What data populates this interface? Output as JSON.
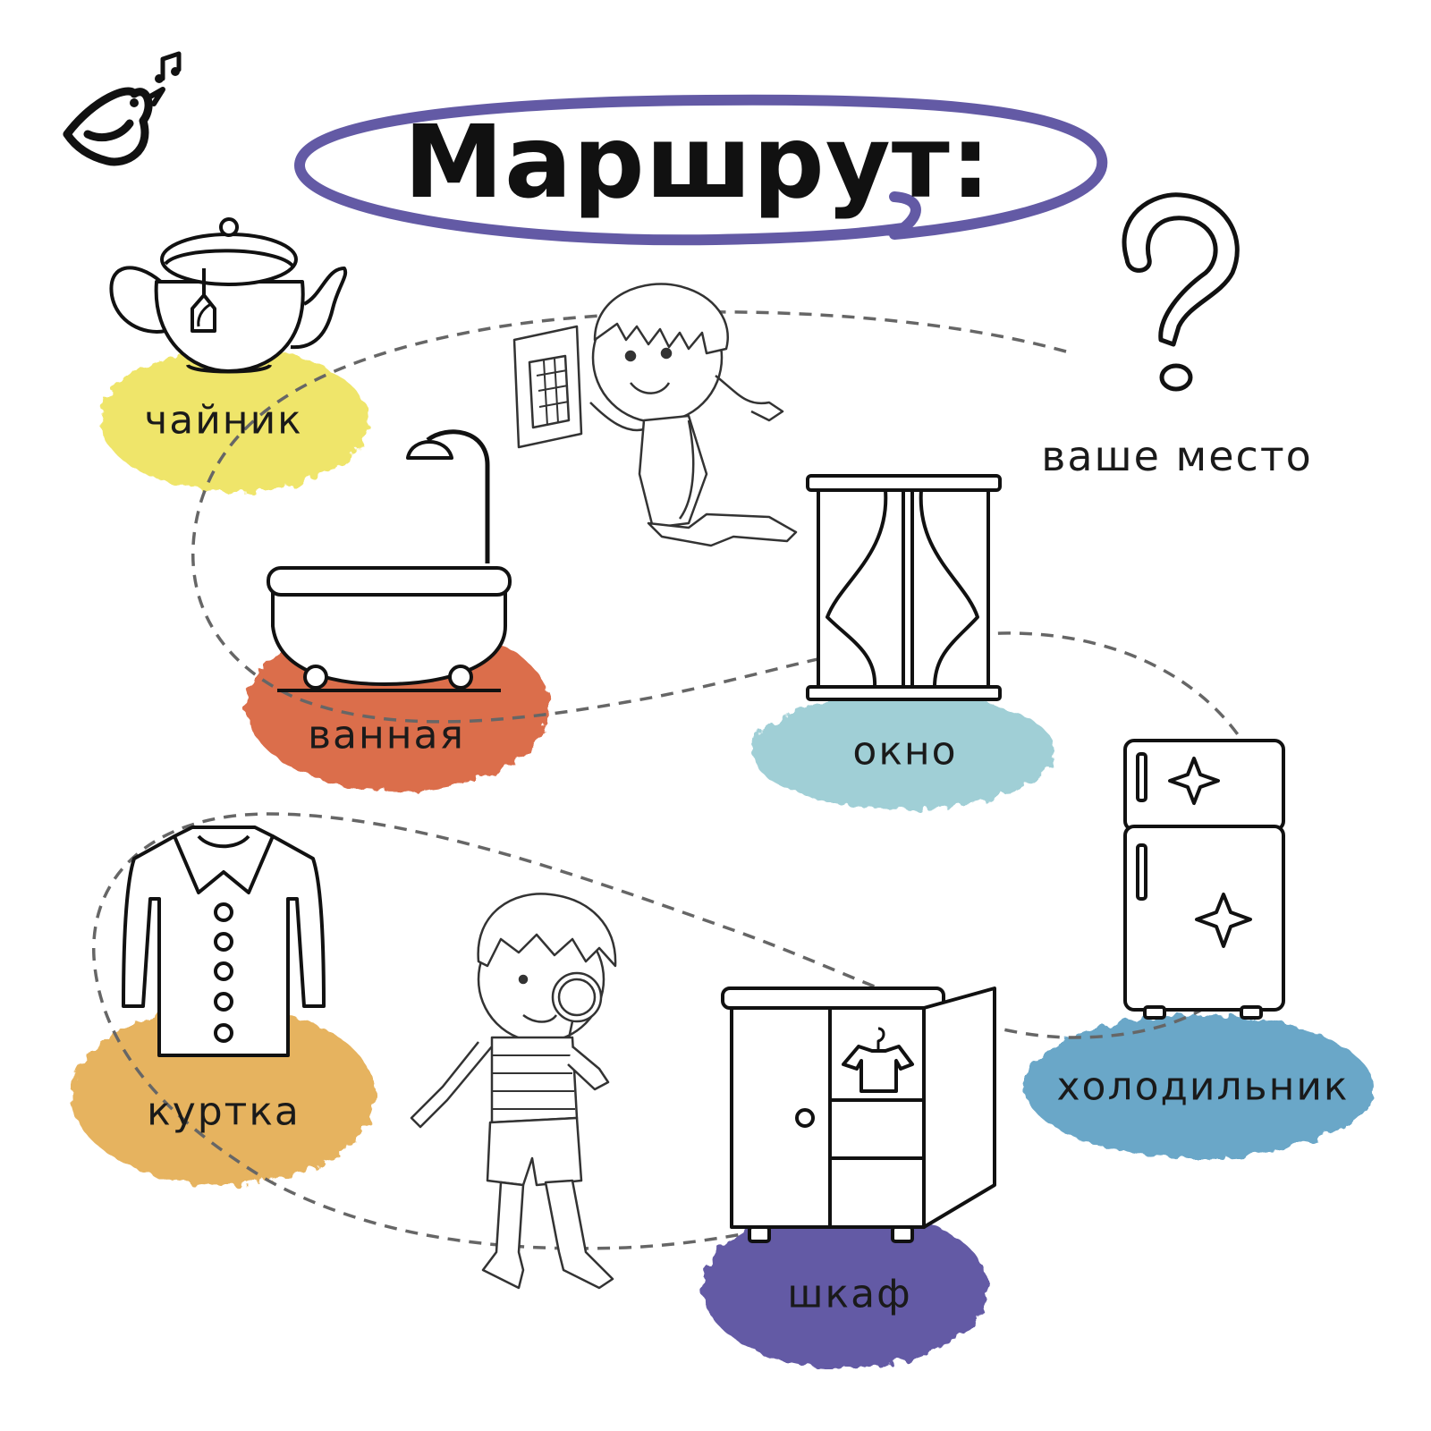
{
  "title": "Маршрут:",
  "colors": {
    "accent_purple": "#635AA5",
    "yellow": "#EFE56A",
    "orange": "#DB6E4C",
    "light_blue": "#A0CFD6",
    "blue": "#6AA7C8",
    "mustard": "#E6B35E",
    "route_line": "#666666",
    "ink": "#111111"
  },
  "route_stops": [
    {
      "id": "teapot",
      "label": "чайник",
      "icon": "teapot-icon",
      "blob_color": "#EFE56A"
    },
    {
      "id": "bathtub",
      "label": "ванная",
      "icon": "bathtub-icon",
      "blob_color": "#DB6E4C"
    },
    {
      "id": "window",
      "label": "окно",
      "icon": "window-icon",
      "blob_color": "#A0CFD6"
    },
    {
      "id": "fridge",
      "label": "холодильник",
      "icon": "fridge-icon",
      "blob_color": "#6AA7C8"
    },
    {
      "id": "wardrobe",
      "label": "шкаф",
      "icon": "wardrobe-icon",
      "blob_color": "#635AA5"
    },
    {
      "id": "jacket",
      "label": "куртка",
      "icon": "jacket-icon",
      "blob_color": "#E6B35E"
    }
  ],
  "destination": {
    "label": "ваше место",
    "icon": "question-mark-icon"
  },
  "characters": [
    {
      "id": "girl",
      "icon": "girl-with-map-icon"
    },
    {
      "id": "boy",
      "icon": "boy-with-magnifier-icon"
    }
  ],
  "logo": {
    "icon": "bird-logo-icon"
  }
}
